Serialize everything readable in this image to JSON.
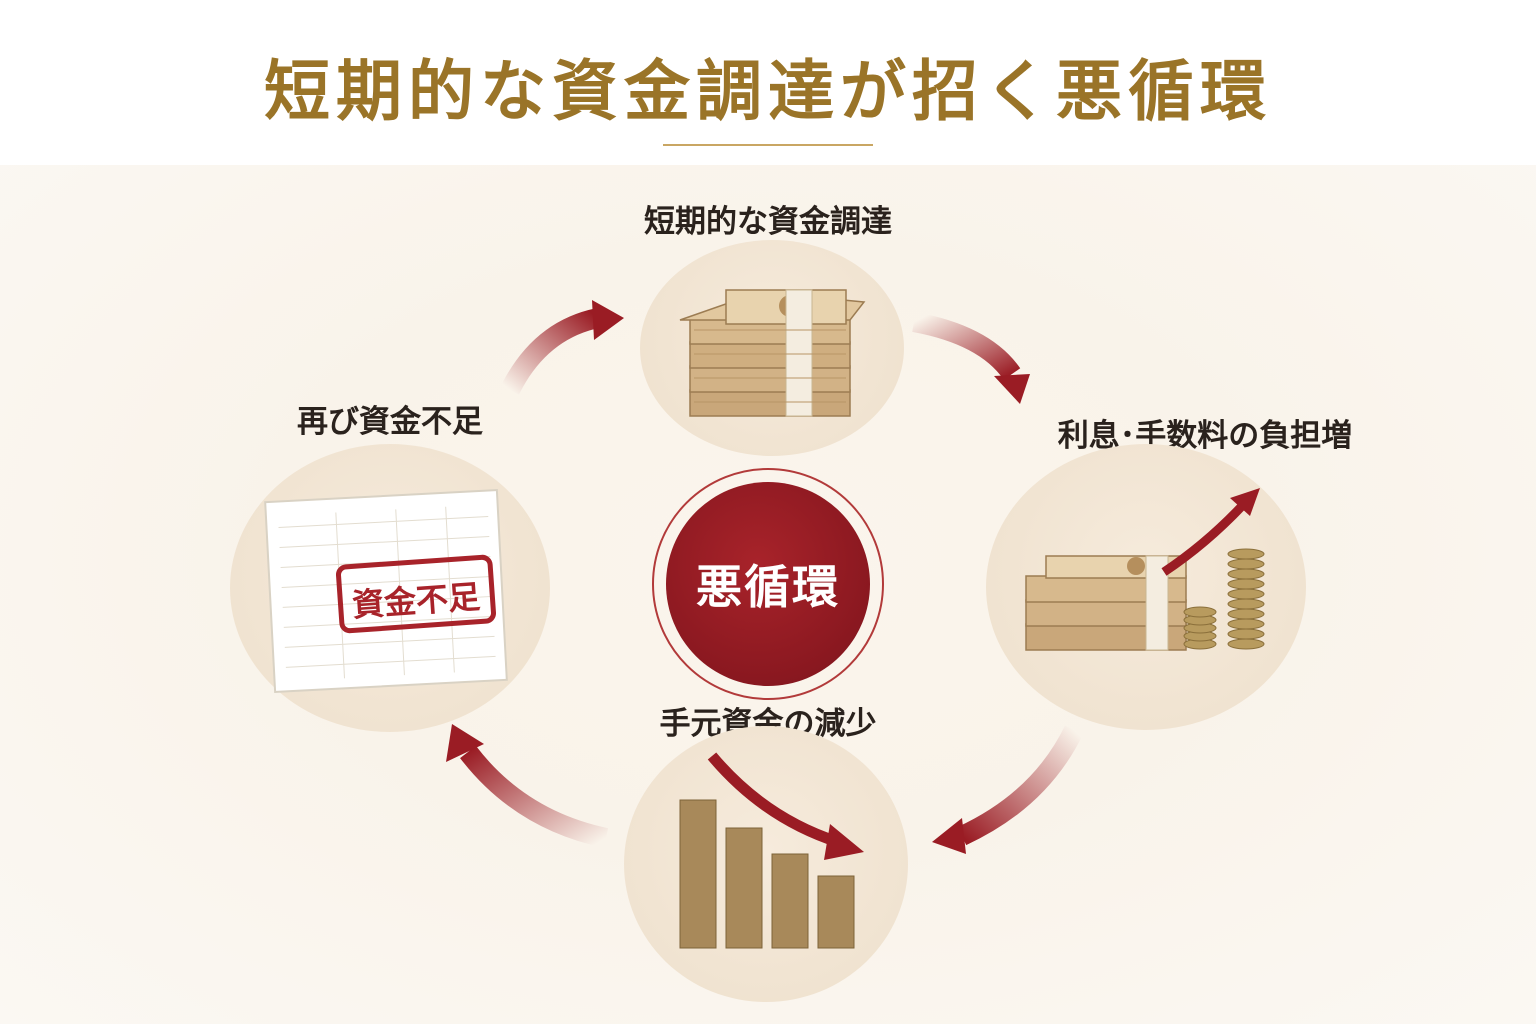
{
  "header": {
    "title": "短期的な資金調達が招く悪循環"
  },
  "center": {
    "label": "悪循環"
  },
  "steps": [
    {
      "label": "短期的な資金調達",
      "icon": "cash-bundle-icon"
    },
    {
      "label": "利息･手数料の負担増",
      "icon": "cash-coins-rising-icon"
    },
    {
      "label": "手元資金の減少",
      "icon": "declining-bar-chart-icon"
    },
    {
      "label": "再び資金不足",
      "icon": "shortage-ledger-icon"
    }
  ],
  "ledger": {
    "stamp": "資金不足"
  },
  "colors": {
    "title": "#9a7428",
    "accent_red": "#9a1c24",
    "node_bg": "#f1e4d2",
    "gold": "#a8895a"
  }
}
